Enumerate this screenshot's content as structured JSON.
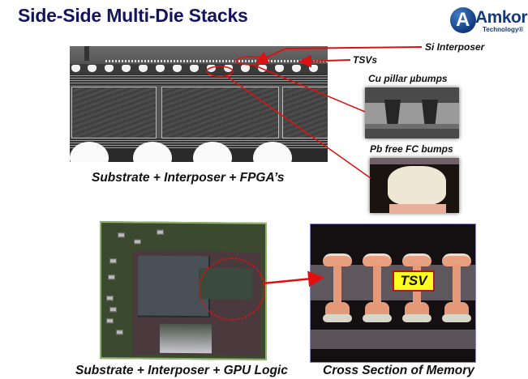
{
  "slide": {
    "title": "Side-Side Multi-Die Stacks",
    "logo": {
      "name": "Amkor",
      "subtitle": "Technology®",
      "color": "#123a7c"
    }
  },
  "top_figure": {
    "callouts": {
      "si_interposer": "Si Interposer",
      "tsvs": "TSVs",
      "cu_pillar": "Cu pillar µbumps",
      "pb_free": "Pb free FC bumps"
    },
    "caption": "Substrate + Interposer + FPGA’s"
  },
  "bottom_figure": {
    "gpu_caption": "Substrate + Interposer + GPU Logic",
    "memory_caption": "Cross Section of Memory",
    "tsv_badge": "TSV"
  },
  "colors": {
    "title": "#14145e",
    "callout_line": "#e01010",
    "badge_fill": "#ffff20",
    "badge_border": "#c01010"
  }
}
